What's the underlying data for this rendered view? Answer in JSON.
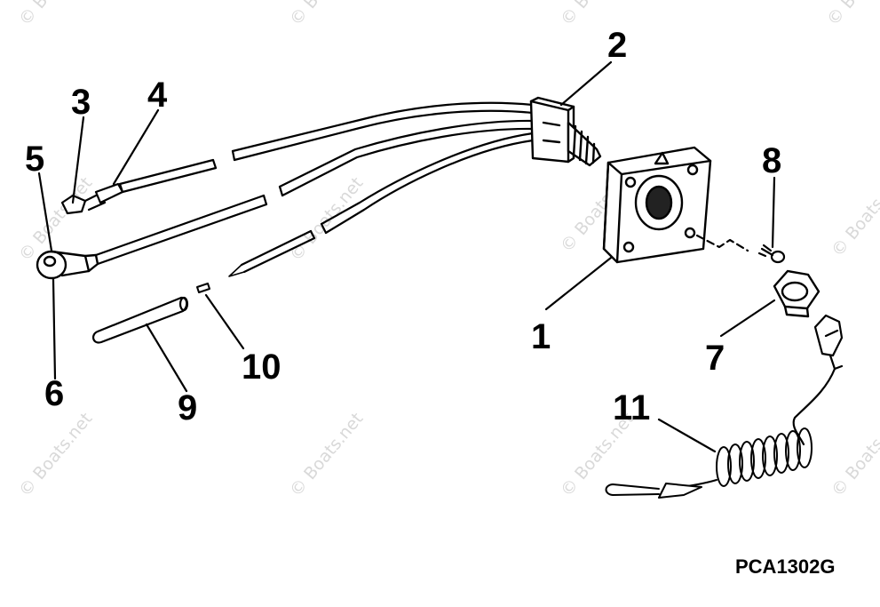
{
  "diagram": {
    "callouts": [
      "1",
      "2",
      "3",
      "4",
      "5",
      "6",
      "7",
      "8",
      "9",
      "10",
      "11"
    ],
    "code": "PCA1302G",
    "watermark": "© Boats.net",
    "colors": {
      "ink": "#000000",
      "background": "#ffffff",
      "watermark": "#d9d9d9"
    }
  }
}
